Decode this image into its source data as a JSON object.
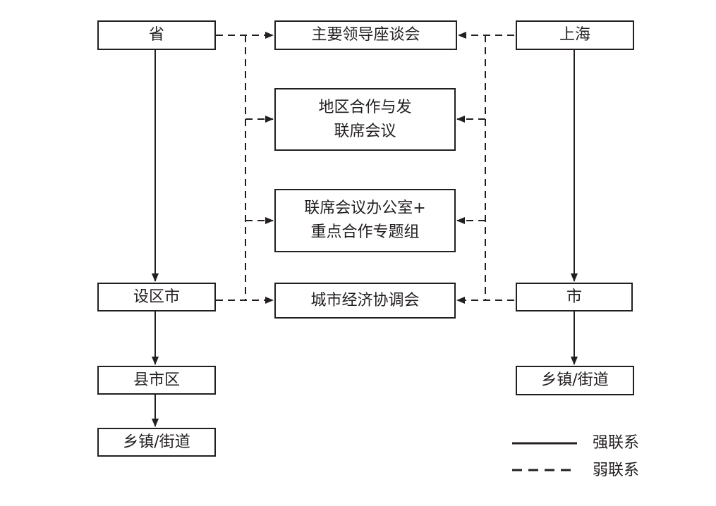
{
  "left": {
    "province": "省",
    "prefecture_city": "设区市",
    "county": "县市区",
    "township": "乡镇/街道"
  },
  "center": {
    "leaders_forum": "主要领导座谈会",
    "joint_meeting": [
      "地区合作与发",
      "联席会议"
    ],
    "office_groups": [
      "联席会议办公室+",
      "重点合作专题组"
    ],
    "city_coordination": "城市经济协调会"
  },
  "right": {
    "shanghai": "上海",
    "city": "市",
    "township": "乡镇/街道"
  },
  "legend": {
    "strong": "强联系",
    "weak": "弱联系"
  },
  "colors": {
    "line": "#231f20"
  }
}
